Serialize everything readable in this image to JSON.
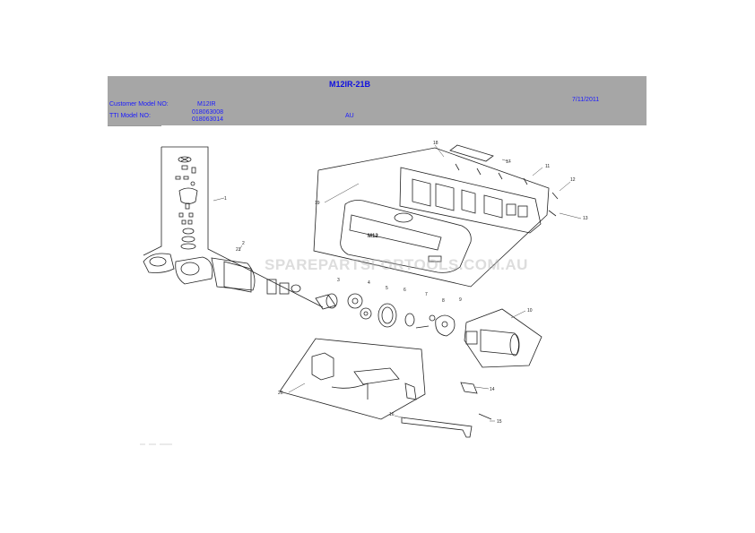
{
  "header": {
    "title": "M12IR-21B",
    "date": "7/11/2011",
    "customer_model_label": "Customer Model NO:",
    "customer_model_value": "M12IR",
    "tti_model_label": "TTI Model NO:",
    "tti_model_value_1": "018063008",
    "tti_model_value_2": "018063014",
    "region": "AU"
  },
  "watermark": "SPAREPARTSFORTOOLS.COM.AU",
  "colors": {
    "header_bg": "#a6a6a6",
    "header_text": "#1a1aff",
    "line": "#222222"
  },
  "callouts": {
    "c1": "1",
    "c2": "2",
    "c3": "3",
    "c4": "4",
    "c5": "5",
    "c6": "6",
    "c7": "7",
    "c8": "8",
    "c9": "9",
    "c10": "10",
    "c11": "11",
    "c12": "12",
    "c13": "13",
    "c14": "14",
    "c15": "15",
    "c16": "16",
    "c17": "17",
    "c18": "18",
    "c19": "19",
    "c20": "20",
    "c21": "21"
  },
  "housing_label": "M12"
}
